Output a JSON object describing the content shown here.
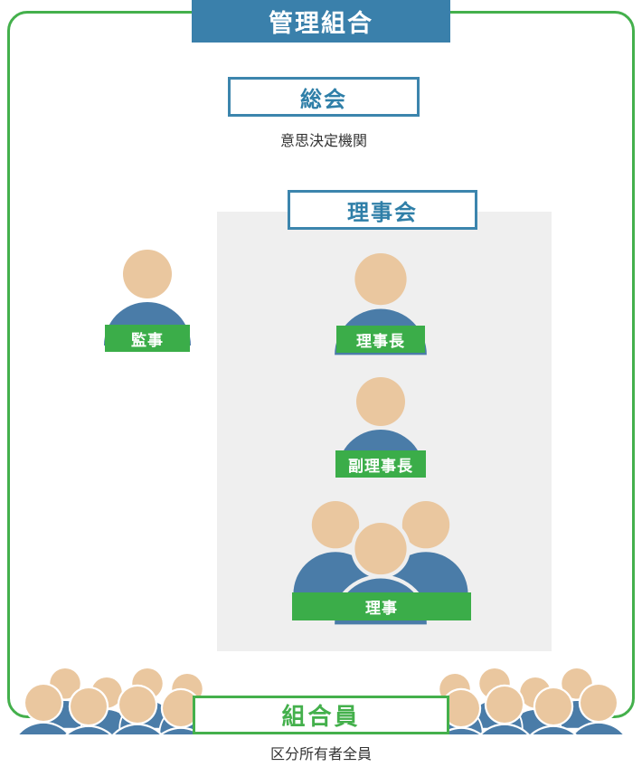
{
  "title": "管理組合",
  "general_meeting": {
    "label": "総会",
    "caption": "意思決定機関"
  },
  "board": {
    "label": "理事会"
  },
  "roles": {
    "auditor": "監事",
    "chairman": "理事長",
    "vice_chairman": "副理事長",
    "directors": "理事"
  },
  "members": {
    "label": "組合員",
    "caption": "区分所有者全員"
  },
  "colors": {
    "banner_blue": "#3A80AB",
    "box_border_blue": "#3C85AD",
    "heading_blue": "#2F7FA8",
    "green": "#44B04C",
    "label_green": "#3BAD49",
    "skin": "#EAC79F",
    "body_blue": "#4A7CA8",
    "panel_gray": "#EFEFEF",
    "text_dark": "#333333"
  }
}
